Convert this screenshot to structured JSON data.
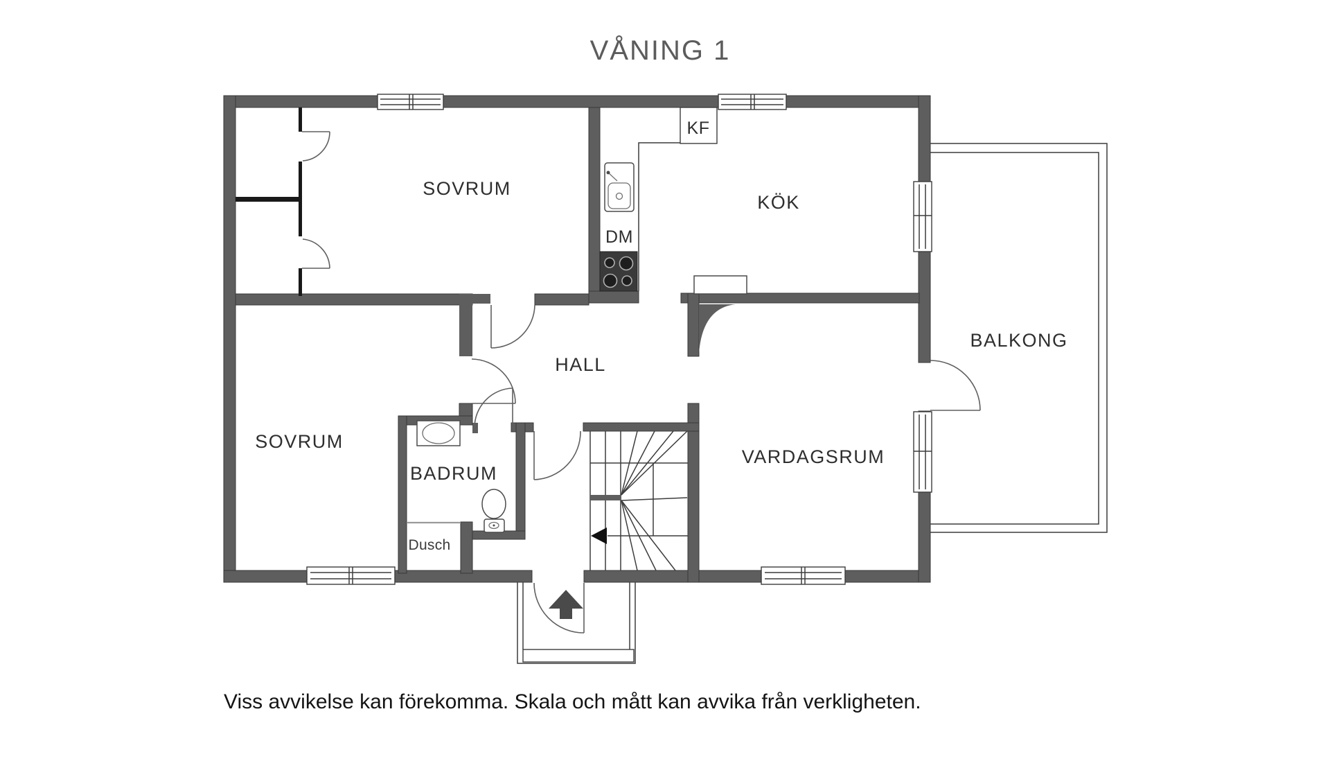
{
  "title": "VÅNING 1",
  "rooms": {
    "bedroom_top": "SOVRUM",
    "kitchen": "KÖK",
    "hall": "HALL",
    "bedroom_bottom": "SOVRUM",
    "bathroom": "BADRUM",
    "living_room": "VARDAGSRUM",
    "balcony": "BALKONG"
  },
  "fixtures": {
    "fridge_freezer": "KF",
    "dishwasher": "DM",
    "shower": "Dusch"
  },
  "disclaimer": "Viss avvikelse kan förekomma. Skala och mått kan avvika från verkligheten.",
  "colors": {
    "wall": "#5e5e5e",
    "thin_line": "#3c3c3c",
    "room_label": "#2e2e2e",
    "title": "#5c5c5c",
    "stove": "#3a3a3a"
  }
}
